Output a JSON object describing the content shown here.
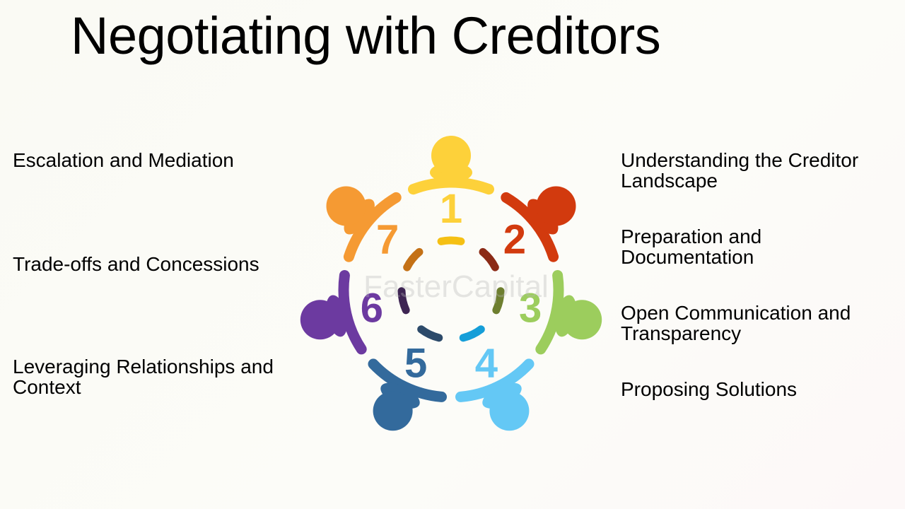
{
  "title": "Negotiating with Creditors",
  "watermark": "FasterCapital",
  "steps": [
    {
      "number": "1",
      "label": "Understanding the Creditor Landscape",
      "color": "#fdd13a",
      "inner": "#f5c013"
    },
    {
      "number": "2",
      "label": "Preparation and Documentation",
      "color": "#d23a0e",
      "inner": "#8b2a16"
    },
    {
      "number": "3",
      "label": "Open Communication and Transparency",
      "color": "#9ccd5d",
      "inner": "#6e7f30"
    },
    {
      "number": "4",
      "label": "Proposing Solutions",
      "color": "#64c8f5",
      "inner": "#159ed8"
    },
    {
      "number": "5",
      "label": "Leveraging Relationships and Context",
      "color": "#336a9c",
      "inner": "#2c4a6a"
    },
    {
      "number": "6",
      "label": "Trade-offs and Concessions",
      "color": "#6c3aa0",
      "inner": "#3e2553"
    },
    {
      "number": "7",
      "label": "Escalation and Mediation",
      "color": "#f59a33",
      "inner": "#c47116"
    }
  ]
}
